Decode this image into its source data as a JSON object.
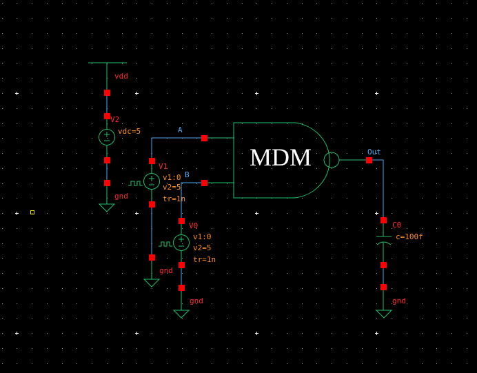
{
  "app": {
    "view": "schematic-editor",
    "background_color": "#000000"
  },
  "colors": {
    "wire": "#4aa8f0",
    "symbol": "#1fc26a",
    "pin": "#ff0000",
    "instance_label": "#ff2a2a",
    "parameter_label": "#ff8c1a",
    "net_label": "#4aa8f0",
    "grid_dot": "#9a9aa8",
    "grid_major": "#ffffff",
    "selection": "#f0e000",
    "gate_text": "#ffffff"
  },
  "gate": {
    "name": "MDM",
    "type": "nand2"
  },
  "nets": {
    "a": "A",
    "b": "B",
    "out": "Out"
  },
  "components": {
    "v2": {
      "name": "V2",
      "kind": "vdc",
      "params": [
        "vdc=5"
      ],
      "top_terminal": "vdd",
      "bottom_terminal": "gnd"
    },
    "v1": {
      "name": "V1",
      "kind": "vpulse",
      "params": [
        "v1:0",
        "v2=5",
        "tr=1n"
      ],
      "bottom_terminal": "gnd"
    },
    "v0": {
      "name": "V0",
      "kind": "vpulse",
      "params": [
        "v1:0",
        "v2=5",
        "tr=1n"
      ],
      "bottom_terminal": "gnd"
    },
    "c0": {
      "name": "C0",
      "kind": "capacitor",
      "params": [
        "c=100f"
      ],
      "bottom_terminal": "gnd"
    }
  }
}
